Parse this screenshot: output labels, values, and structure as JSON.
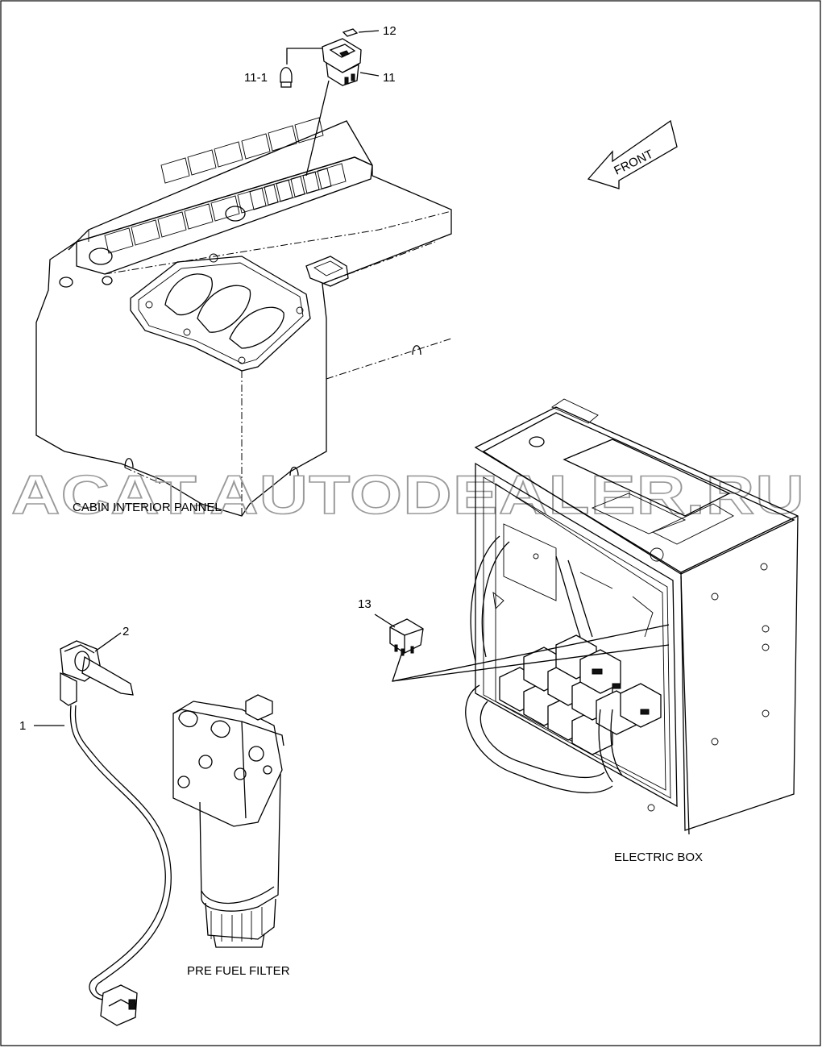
{
  "callouts": {
    "c1": "1",
    "c2": "2",
    "c11": "11",
    "c11_1": "11-1",
    "c12": "12",
    "c13": "13"
  },
  "labels": {
    "cabin": "CABIN INTERIOR PANNEL",
    "electric_box": "ELECTRIC BOX",
    "pre_fuel_filter": "PRE FUEL FILTER",
    "front": "FRONT"
  },
  "watermark": "ACAT.AUTODEALER.RU",
  "colors": {
    "line": "#000000",
    "watermark": "#9a9a9a",
    "background": "#ffffff"
  }
}
